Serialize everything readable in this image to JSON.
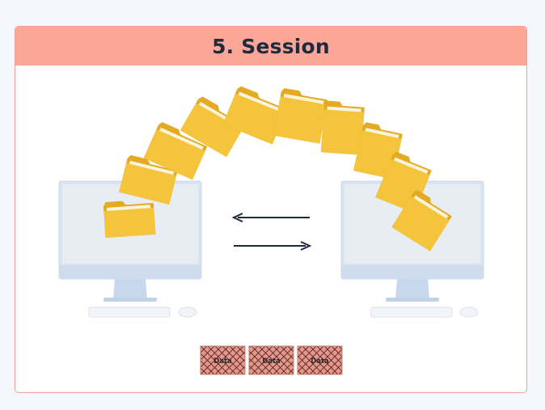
{
  "title": "5. Session",
  "packets": [
    "Data",
    "Data",
    "Data"
  ],
  "colors": {
    "header": "#fca698",
    "border": "#f3a193",
    "folder": "#f4c43c",
    "folder_dark": "#e4ab22",
    "monitor_frame": "#d8e4f2",
    "monitor_screen": "#e8edf3",
    "arrow": "#1b2a3e",
    "packet": "#e8968a"
  },
  "icons": {
    "computer": "desktop-computer-icon",
    "folder": "folder-icon",
    "arrow_left": "arrow-left-icon",
    "arrow_right": "arrow-right-icon"
  }
}
